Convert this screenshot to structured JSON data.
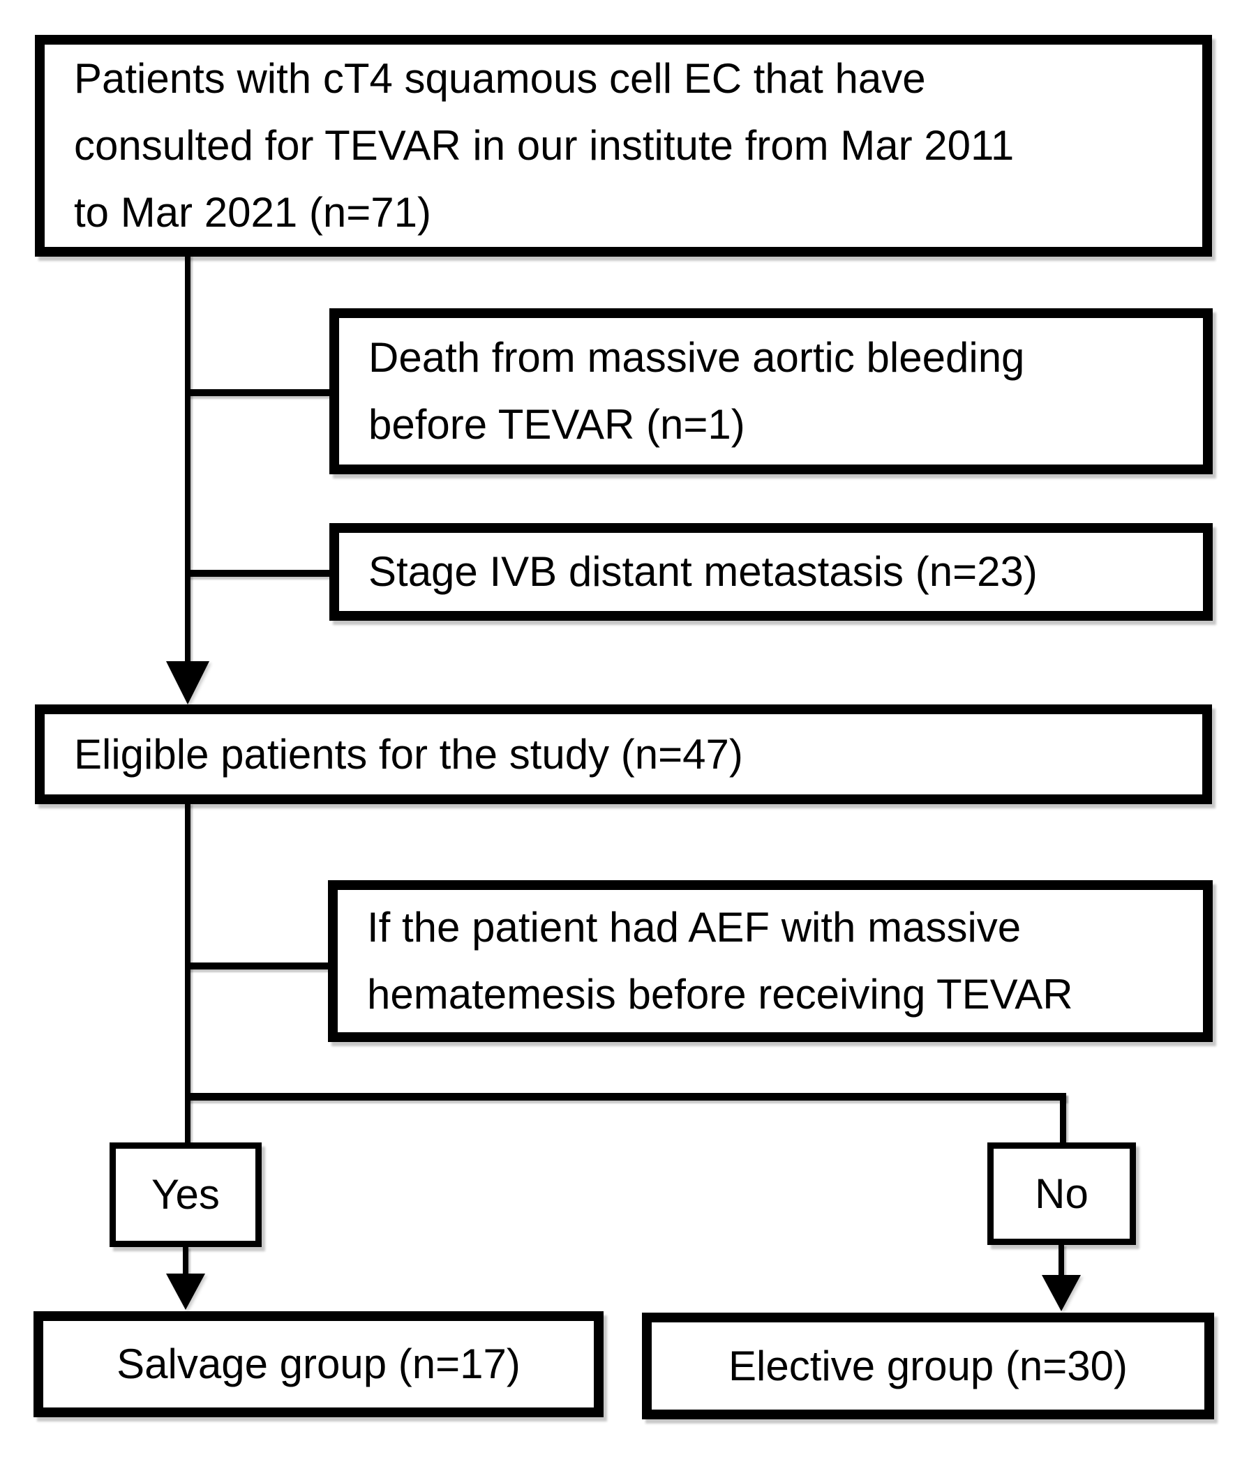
{
  "figure": {
    "type": "flowchart",
    "background_color": "#ffffff",
    "line_color": "#000000",
    "text_color": "#000000",
    "nodes": {
      "screening": {
        "text": "Patients with cT4 squamous cell EC that have\nconsulted for TEVAR in our institute from Mar 2011\nto Mar 2021 (n=71)",
        "count": 71
      },
      "exclusion_death": {
        "text": "Death from massive aortic bleeding\nbefore TEVAR (n=1)",
        "count": 1
      },
      "exclusion_metastasis": {
        "text": "Stage IVB distant metastasis (n=23)",
        "count": 23
      },
      "eligible": {
        "text": "Eligible patients for the study (n=47)",
        "count": 47
      },
      "decision_aef": {
        "text": "If the patient had AEF with massive\nhematemesis before receiving TEVAR"
      },
      "branch_yes": {
        "text": "Yes"
      },
      "branch_no": {
        "text": "No"
      },
      "salvage": {
        "text": "Salvage group (n=17)",
        "count": 17
      },
      "elective": {
        "text": "Elective group (n=30)",
        "count": 30
      }
    },
    "edges": [
      {
        "from": "screening",
        "to": "exclusion_death",
        "type": "line"
      },
      {
        "from": "screening",
        "to": "exclusion_metastasis",
        "type": "line"
      },
      {
        "from": "screening",
        "to": "eligible",
        "type": "arrow"
      },
      {
        "from": "eligible",
        "to": "decision_aef",
        "type": "line"
      },
      {
        "from": "eligible",
        "to": "branch_yes",
        "type": "line"
      },
      {
        "from": "eligible",
        "to": "branch_no",
        "type": "line"
      },
      {
        "from": "branch_yes",
        "to": "salvage",
        "type": "arrow"
      },
      {
        "from": "branch_no",
        "to": "elective",
        "type": "arrow"
      }
    ]
  }
}
